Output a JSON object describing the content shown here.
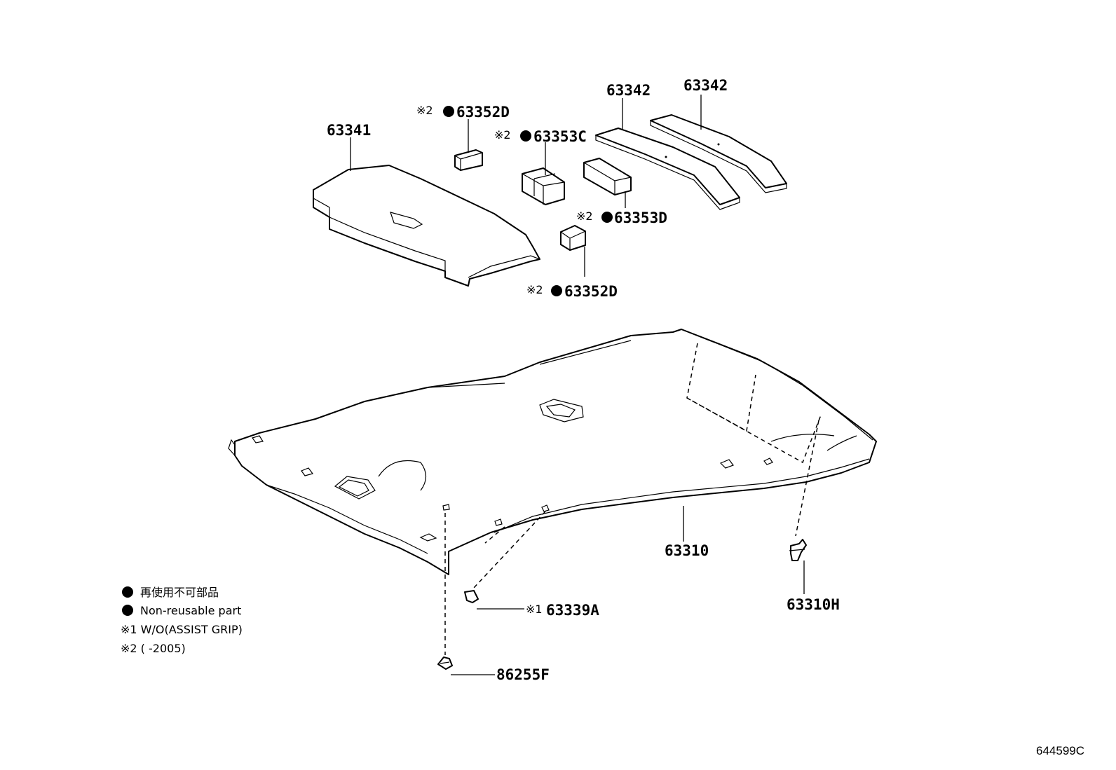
{
  "parts": {
    "p63341": "63341",
    "p63352D_top": "63352D",
    "p63353C": "63353C",
    "p63342_a": "63342",
    "p63342_b": "63342",
    "p63353D": "63353D",
    "p63352D_bottom": "63352D",
    "p63310": "63310",
    "p63310H": "63310H",
    "p63339A": "63339A",
    "p86255F": "86255F"
  },
  "marks": {
    "ref2": "※2",
    "ref1": "※1"
  },
  "legend": {
    "line1": "再使用不可部品",
    "line2": "Non-reusable part",
    "line3": "※1 W/O(ASSIST GRIP)",
    "line4": "※2 (      -2005)"
  },
  "drawing_code": "644599C"
}
